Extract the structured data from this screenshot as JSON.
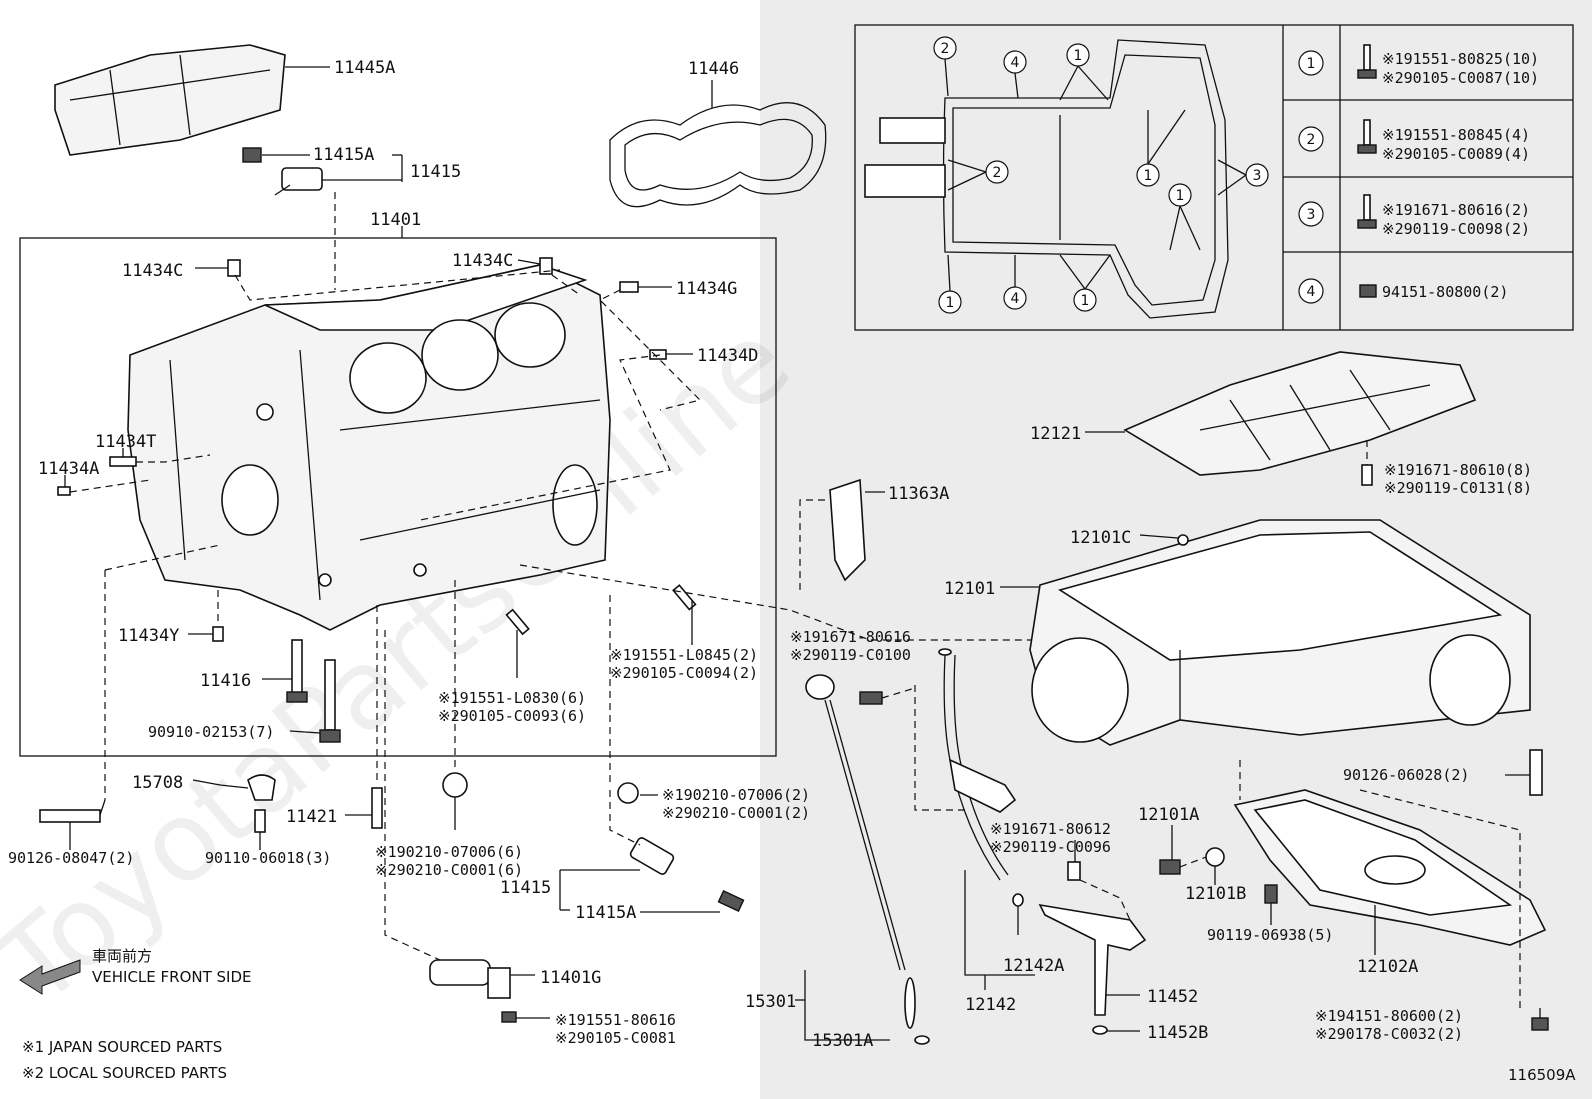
{
  "callouts": {
    "p11445A": "11445A",
    "p11446": "11446",
    "p11415A_top": "11415A",
    "p11415_top": "11415",
    "p11401": "11401",
    "p11434C_1": "11434C",
    "p11434C_2": "11434C",
    "p11434G": "11434G",
    "p11434D": "11434D",
    "p11434T": "11434T",
    "p11434A": "11434A",
    "p11434Y": "11434Y",
    "p11416": "11416",
    "p90910": "90910-02153(7)",
    "p15708": "15708",
    "p11421": "11421",
    "p90126_08047": "90126-08047(2)",
    "p90110": "90110-06018(3)",
    "p11415_bot": "11415",
    "p11415A_bot": "11415A",
    "p11401G": "11401G",
    "p15301": "15301",
    "p15301A": "15301A",
    "p12142": "12142",
    "p12142A": "12142A",
    "p11452": "11452",
    "p11452B": "11452B",
    "p12121": "12121",
    "p11363A": "11363A",
    "p12101C": "12101C",
    "p12101": "12101",
    "p90126_06028": "90126-06028(2)",
    "p12101A": "12101A",
    "p12101B": "12101B",
    "p90119_06938": "90119-06938(5)",
    "p12102A": "12102A"
  },
  "notes": {
    "n1a": "※191551-L0845(2)",
    "n1b": "※290105-C0094(2)",
    "n2a": "※191551-L0830(6)",
    "n2b": "※290105-C0093(6)",
    "n3a": "※190210-07006(2)",
    "n3b": "※290210-C0001(2)",
    "n4a": "※190210-07006(6)",
    "n4b": "※290210-C0001(6)",
    "n5a": "※191551-80616",
    "n5b": "※290105-C0081",
    "n6a": "※191671-80616",
    "n6b": "※290119-C0100",
    "n7a": "※191671-80612",
    "n7b": "※290119-C0096",
    "n8a": "※191671-80610(8)",
    "n8b": "※290119-C0131(8)",
    "n9a": "※194151-80600(2)",
    "n9b": "※290178-C0032(2)"
  },
  "legend_table": {
    "rows": [
      {
        "num": "1",
        "a": "※191551-80825(10)",
        "b": "※290105-C0087(10)"
      },
      {
        "num": "2",
        "a": "※191551-80845(4)",
        "b": "※290105-C0089(4)"
      },
      {
        "num": "3",
        "a": "※191671-80616(2)",
        "b": "※290119-C0098(2)"
      },
      {
        "num": "4",
        "a": "94151-80800(2)",
        "b": ""
      }
    ]
  },
  "inset_markers": [
    "1",
    "2",
    "3",
    "4"
  ],
  "direction": {
    "jp": "車両前方",
    "en": "VEHICLE FRONT SIDE"
  },
  "footnotes": {
    "f1": "※1 JAPAN SOURCED PARTS",
    "f2": "※2 LOCAL SOURCED PARTS"
  },
  "diagram_id": "116509A",
  "watermark": "ToyotaPartsOnline"
}
